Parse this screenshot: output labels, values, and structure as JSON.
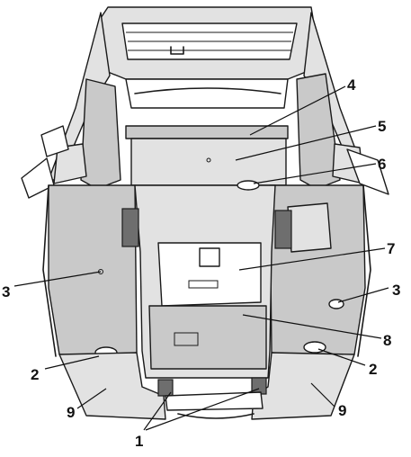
{
  "callouts": [
    {
      "id": "c1",
      "label": "1"
    },
    {
      "id": "c2a",
      "label": "2"
    },
    {
      "id": "c2b",
      "label": "2"
    },
    {
      "id": "c3a",
      "label": "3"
    },
    {
      "id": "c3b",
      "label": "3"
    },
    {
      "id": "c4",
      "label": "4"
    },
    {
      "id": "c5",
      "label": "5"
    },
    {
      "id": "c6",
      "label": "6"
    },
    {
      "id": "c7",
      "label": "7"
    },
    {
      "id": "c8",
      "label": "8"
    },
    {
      "id": "c9a",
      "label": "9"
    },
    {
      "id": "c9b",
      "label": "9"
    }
  ],
  "colors": {
    "ink": "#1a1a1a",
    "body_shade": "#c9c9c9",
    "panel_light": "#e2e2e2"
  }
}
